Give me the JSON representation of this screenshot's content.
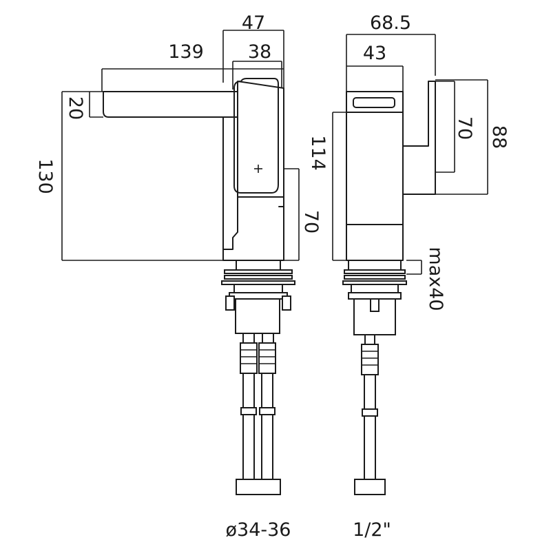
{
  "dimensions": {
    "d47": "47",
    "d38": "38",
    "d139": "139",
    "d20": "20",
    "d130": "130",
    "d70_front": "70",
    "d68_5": "68.5",
    "d43": "43",
    "d114": "114",
    "d70_side": "70",
    "d88": "88",
    "dmax40": "max40",
    "d_hole": "ø34-36",
    "d_thread": "1/2\""
  },
  "icons": {
    "center_mark": "plus-icon"
  },
  "colors": {
    "line": "#1a1a1a",
    "background": "#ffffff"
  }
}
